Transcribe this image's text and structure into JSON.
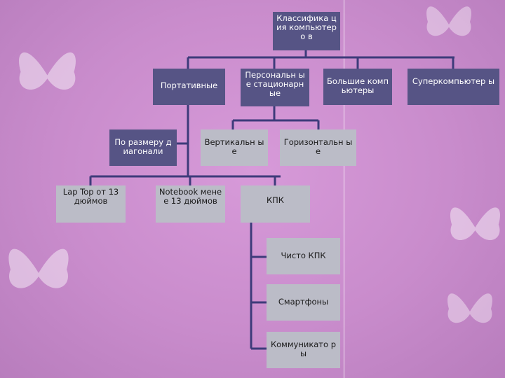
{
  "diagram": {
    "root": "Классифика ция компьютеро в",
    "categories": {
      "portable": "Портативные",
      "personal": "Персональн ые стационарн ые",
      "large": "Большие компьютеры",
      "super": "Суперкомпьютер ы"
    },
    "portable_sub": {
      "by_diagonal": "По размеру диагонали",
      "laptop": "Lap Top от 13 дюймов",
      "notebook": "Notebook менее 13 дюймов",
      "pda": "КПК"
    },
    "personal_sub": {
      "vertical": "Вертикальн ые",
      "horizontal": "Горизонтальн ые"
    },
    "pda_sub": {
      "pure_pda": "Чисто КПК",
      "smartphones": "Смартфоны",
      "communicators": "Коммуникато ры"
    }
  },
  "colors": {
    "dark_box": "#565485",
    "light_box": "#bbbcc7",
    "connector": "#3d3b7a",
    "background": "#cf92d2"
  }
}
